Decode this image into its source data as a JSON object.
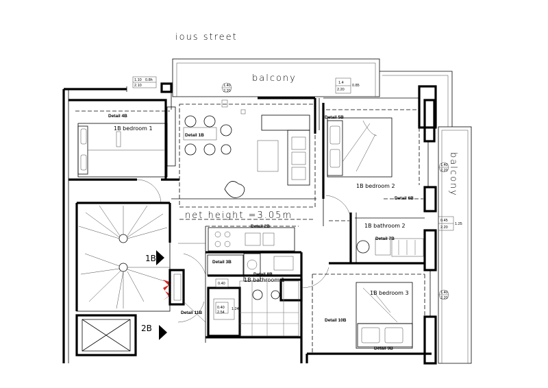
{
  "street_label": "ious street",
  "balcony_top_label": "balcony",
  "balcony_right_label": "balcony",
  "net_height_label": "net height =3.05m",
  "rooms": {
    "bedroom1": "1B bedroom 1",
    "bedroom2": "1B bedroom 2",
    "bedroom3": "1B bedroom 3",
    "bathroom1": "1B bathroom 1",
    "bathroom2": "1B bathroom 2"
  },
  "levels": {
    "level_1b": "1B",
    "level_2b": "2B"
  },
  "details": {
    "d4b": "Detail 4B",
    "d1b": "Detail 1B",
    "d5b": "Detail 5B",
    "d6b": "Detail 6B",
    "d7b": "Detail 7B",
    "d2b": "Detail 2B",
    "d3b": "Detail 3B",
    "d8b": "Detail 8B",
    "d11b": "Detail 11B",
    "d10b": "Detail 10B",
    "d9b": "Detail 9B"
  },
  "dimensions": {
    "top_left_a": "1.10",
    "top_left_b": "2.10",
    "top_left_c": "0.8h",
    "tag_1_40": "1.40",
    "tag_2_20": "2.20",
    "balcony_1_4": "1.4",
    "balcony_2_20": "2.20",
    "balcony_0_85": "0.85",
    "right_1_40": "1.40",
    "right_2_20": "2.20",
    "right_0_45": "0.45",
    "right_2_20b": "2.20",
    "right_1_25": "1.25",
    "right_1_40b": "1.40",
    "right_2_20c": "2.20",
    "bath_0_40": "0.40",
    "bath_2_54": "2.54",
    "bath_1_24": "1.24",
    "bath_0_40b": "0.40"
  }
}
